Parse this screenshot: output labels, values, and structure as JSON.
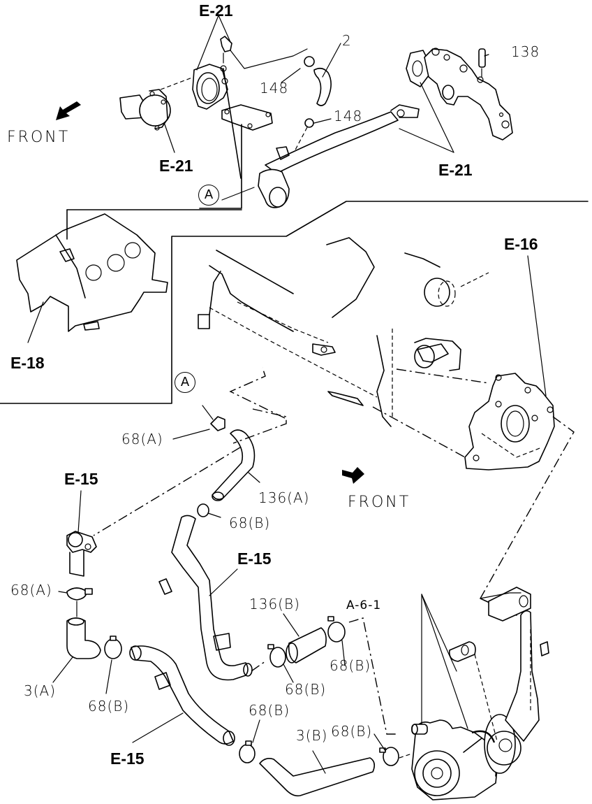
{
  "diagram": {
    "title": "Engine cooling — water pump, thermostat housing and heater hose layout",
    "direction_labels": [
      {
        "id": "front_top",
        "text": "FRONT",
        "arrow": "arrow-down-left"
      },
      {
        "id": "front_mid",
        "text": "FRONT",
        "arrow": "arrow-down-right"
      }
    ],
    "reference_labels": [
      {
        "id": "e21_top",
        "text": "E-21"
      },
      {
        "id": "e21_left",
        "text": "E-21"
      },
      {
        "id": "e21_right",
        "text": "E-21"
      },
      {
        "id": "e16",
        "text": "E-16"
      },
      {
        "id": "e18",
        "text": "E-18"
      },
      {
        "id": "e15_left",
        "text": "E-15"
      },
      {
        "id": "e15_mid",
        "text": "E-15"
      },
      {
        "id": "e15_bottom",
        "text": "E-15"
      },
      {
        "id": "a61",
        "text": "A-6-1"
      }
    ],
    "part_callouts": [
      {
        "id": "p2",
        "text": "2"
      },
      {
        "id": "p148_a",
        "text": "148"
      },
      {
        "id": "p148_b",
        "text": "148"
      },
      {
        "id": "p138",
        "text": "138"
      },
      {
        "id": "p68a_top",
        "text": "68(A)"
      },
      {
        "id": "p136a",
        "text": "136(A)"
      },
      {
        "id": "p68b_top",
        "text": "68(B)"
      },
      {
        "id": "p68a_left",
        "text": "68(A)"
      },
      {
        "id": "p3a",
        "text": "3(A)"
      },
      {
        "id": "p68b_left",
        "text": "68(B)"
      },
      {
        "id": "p136b",
        "text": "136(B)"
      },
      {
        "id": "p68b_right",
        "text": "68(B)"
      },
      {
        "id": "p68b_mid",
        "text": "68(B)"
      },
      {
        "id": "p68b_low",
        "text": "68(B)"
      },
      {
        "id": "p3b",
        "text": "3(B)"
      },
      {
        "id": "p68b_pump",
        "text": "68(B)"
      }
    ],
    "connection_markers": [
      {
        "id": "marker_a_top",
        "text": "A"
      },
      {
        "id": "marker_a_mid",
        "text": "A"
      }
    ]
  }
}
